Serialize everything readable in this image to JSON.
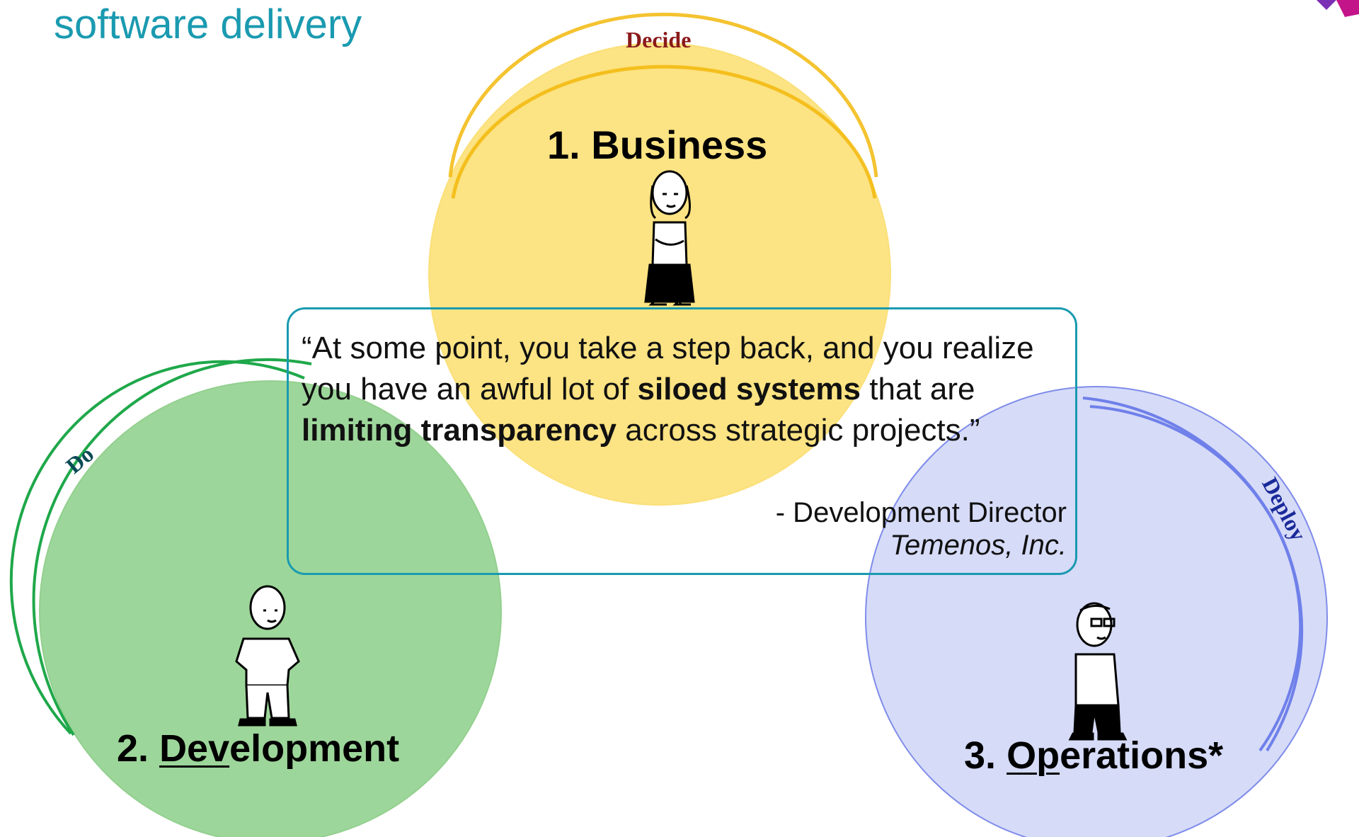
{
  "title": {
    "line1": "",
    "line2": "software delivery"
  },
  "circles": {
    "business": {
      "number": "1.",
      "label": "Business",
      "phase": "Decide",
      "fill": "#fce383",
      "ring": "#f2b90c",
      "phase_color": "#8b1a1a"
    },
    "development": {
      "number": "2.",
      "label_underlined": "Dev",
      "label_rest": "elopment",
      "phase": "Do",
      "fill": "#9dd69a",
      "ring": "#1fa84a",
      "phase_color": "#0b4a57"
    },
    "operations": {
      "number": "3.",
      "label_underlined": "Op",
      "label_rest": "erations*",
      "phase": "Deploy",
      "fill": "#d6dbf8",
      "ring": "#6f80ea",
      "phase_color": "#1a2a9a"
    }
  },
  "quote": {
    "part1": "“At some point, you take a step back, and you realize you have an awful lot of ",
    "bold1": "siloed systems",
    "part2": " that are ",
    "bold2": "limiting transparency",
    "part3": " across strategic projects.”",
    "attribution_role": "- Development Director",
    "attribution_company": "Temenos, Inc.",
    "border_color": "#1a9ab0"
  },
  "figures": {
    "business": "woman-figure",
    "development": "man-figure",
    "operations": "man-with-glasses-figure"
  }
}
